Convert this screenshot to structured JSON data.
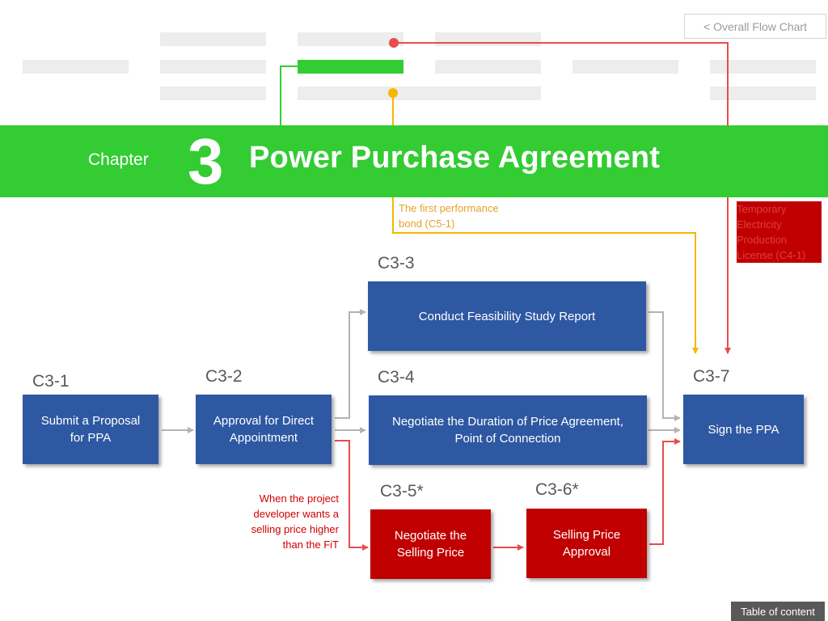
{
  "nav": {
    "overall_flow_chart": "< Overall Flow Chart",
    "table_of_content": "Table of content"
  },
  "chapter": {
    "label": "Chapter",
    "number": "3",
    "title": "Power Purchase Agreement"
  },
  "steps": {
    "c3_1": {
      "id": "C3-1",
      "label": "Submit a Proposal for PPA"
    },
    "c3_2": {
      "id": "C3-2",
      "label": "Approval for Direct Appointment"
    },
    "c3_3": {
      "id": "C3-3",
      "label": "Conduct Feasibility Study Report"
    },
    "c3_4": {
      "id": "C3-4",
      "label": "Negotiate the Duration of Price Agreement, Point of Connection"
    },
    "c3_5": {
      "id": "C3-5*",
      "label": "Negotiate the Selling Price"
    },
    "c3_6": {
      "id": "C3-6*",
      "label": "Selling Price Approval"
    },
    "c3_7": {
      "id": "C3-7",
      "label": "Sign the PPA"
    }
  },
  "notes": {
    "performance_bond": "The first performance bond (C5-1)",
    "temporary_license": "Temporary Electricity Production License (C4-1)",
    "higher_price": "When the project developer wants a selling price higher than the FiT"
  },
  "colors": {
    "banner_green": "#33cc33",
    "step_blue": "#2e58a2",
    "step_red": "#c00000",
    "connector_orange": "#f5b800",
    "connector_red": "#e84c4c",
    "connector_gray": "#b3b3b3"
  }
}
